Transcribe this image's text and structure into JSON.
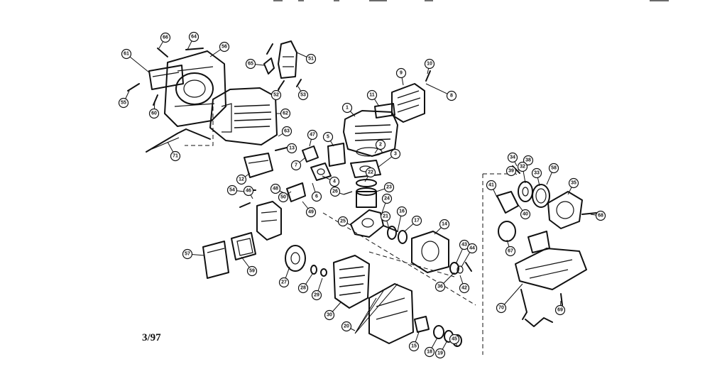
{
  "diagram": {
    "date_code": "3/97",
    "callouts": [
      {
        "label": "61"
      },
      {
        "label": "66"
      },
      {
        "label": "64"
      },
      {
        "label": "56"
      },
      {
        "label": "55"
      },
      {
        "label": "60"
      },
      {
        "label": "71"
      },
      {
        "label": "65"
      },
      {
        "label": "51"
      },
      {
        "label": "52"
      },
      {
        "label": "53"
      },
      {
        "label": "62"
      },
      {
        "label": "63"
      },
      {
        "label": "12"
      },
      {
        "label": "13"
      },
      {
        "label": "9"
      },
      {
        "label": "10"
      },
      {
        "label": "8"
      },
      {
        "label": "11"
      },
      {
        "label": "1"
      },
      {
        "label": "47"
      },
      {
        "label": "5"
      },
      {
        "label": "7"
      },
      {
        "label": "2"
      },
      {
        "label": "3"
      },
      {
        "label": "4"
      },
      {
        "label": "6"
      },
      {
        "label": "22"
      },
      {
        "label": "23"
      },
      {
        "label": "25"
      },
      {
        "label": "24"
      },
      {
        "label": "26"
      },
      {
        "label": "21"
      },
      {
        "label": "16"
      },
      {
        "label": "17"
      },
      {
        "label": "14"
      },
      {
        "label": "54"
      },
      {
        "label": "46"
      },
      {
        "label": "50"
      },
      {
        "label": "48"
      },
      {
        "label": "49"
      },
      {
        "label": "38"
      },
      {
        "label": "39"
      },
      {
        "label": "58"
      },
      {
        "label": "41"
      },
      {
        "label": "40"
      },
      {
        "label": "57"
      },
      {
        "label": "59"
      },
      {
        "label": "27"
      },
      {
        "label": "28"
      },
      {
        "label": "29"
      },
      {
        "label": "30"
      },
      {
        "label": "20"
      },
      {
        "label": "15"
      },
      {
        "label": "18"
      },
      {
        "label": "19"
      },
      {
        "label": "45"
      },
      {
        "label": "43"
      },
      {
        "label": "44"
      },
      {
        "label": "42"
      },
      {
        "label": "36"
      },
      {
        "label": "34"
      },
      {
        "label": "32"
      },
      {
        "label": "33"
      },
      {
        "label": "35"
      },
      {
        "label": "68"
      },
      {
        "label": "67"
      },
      {
        "label": "70"
      },
      {
        "label": "69"
      }
    ]
  }
}
